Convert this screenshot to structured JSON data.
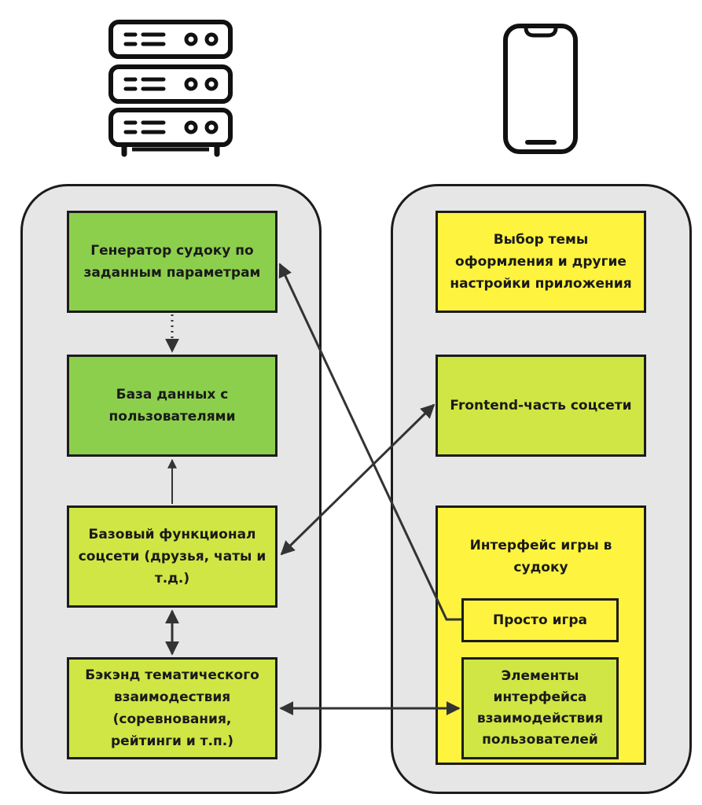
{
  "icons": {
    "server": "server-icon",
    "phone": "smartphone-icon"
  },
  "colors": {
    "panel_bg": "#e6e6e6",
    "dark_green": "#8ccf4d",
    "lime": "#cfe645",
    "yellow": "#fef33f",
    "stroke": "#1c1c1c"
  },
  "server_side": {
    "generator": "Генератор судоку по заданным параметрам",
    "database": "База данных с пользователями",
    "social_core": "Базовый функционал соцсети (друзья, чаты и т.д.)",
    "backend": "Бэкэнд тематического взаимодествия (соревнования, рейтинги и т.п.)"
  },
  "client_side": {
    "settings": "Выбор темы оформления и другие настройки приложения",
    "frontend": "Frontend-часть соцсети",
    "game_interface": {
      "title": "Интерфейс игры в судоку",
      "just_game": "Просто игра",
      "interaction_elements": "Элементы интерфейса взаимодействия пользователей"
    }
  }
}
